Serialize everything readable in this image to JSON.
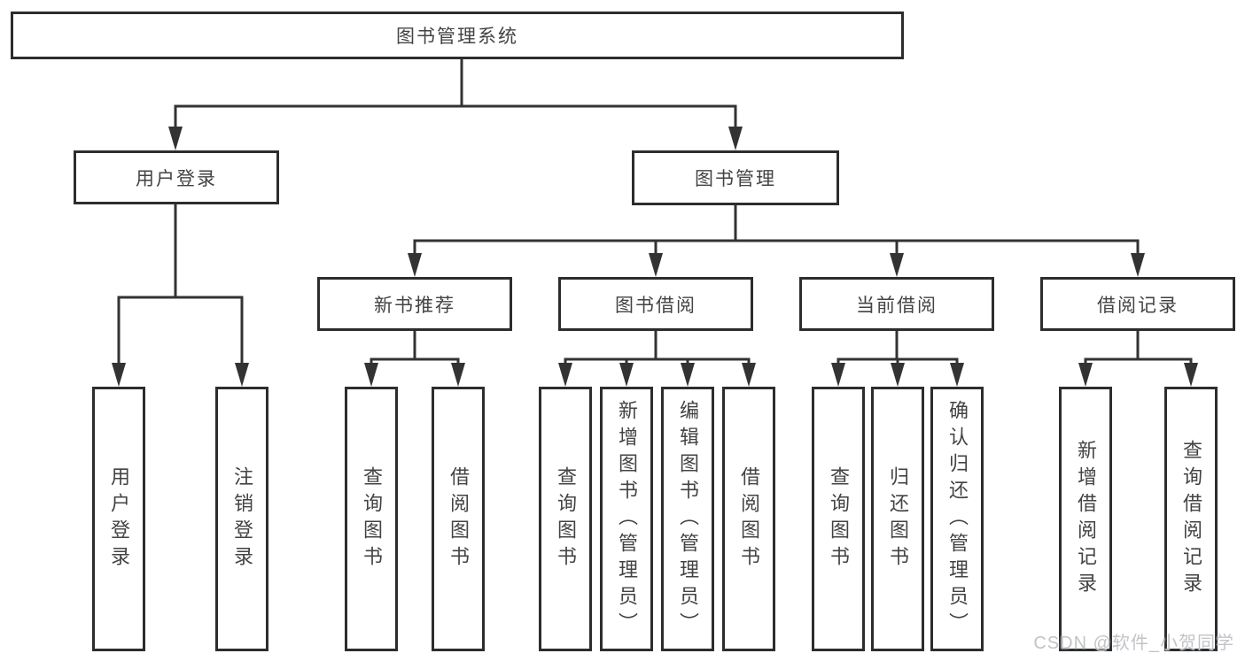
{
  "tree": {
    "label": "图书管理系统",
    "children": [
      {
        "label": "用户登录",
        "children": [
          {
            "label": "用户登录"
          },
          {
            "label": "注销登录"
          }
        ]
      },
      {
        "label": "图书管理",
        "children": [
          {
            "label": "新书推荐",
            "children": [
              {
                "label": "查询图书"
              },
              {
                "label": "借阅图书"
              }
            ]
          },
          {
            "label": "图书借阅",
            "children": [
              {
                "label": "查询图书"
              },
              {
                "label": "新增图书（管理员）"
              },
              {
                "label": "编辑图书（管理员）"
              },
              {
                "label": "借阅图书"
              }
            ]
          },
          {
            "label": "当前借阅",
            "children": [
              {
                "label": "查询图书"
              },
              {
                "label": "归还图书"
              },
              {
                "label": "确认归还（管理员）"
              }
            ]
          },
          {
            "label": "借阅记录",
            "children": [
              {
                "label": "新增借阅记录"
              },
              {
                "label": "查询借阅记录"
              }
            ]
          }
        ]
      }
    ]
  },
  "watermark": {
    "text": "CSDN @软件_小贺同学"
  },
  "colors": {
    "background": "#ffffff",
    "line": "#333333",
    "box_border": "#2d2d2d",
    "text": "#434343",
    "watermark": "#c0c4c8"
  }
}
